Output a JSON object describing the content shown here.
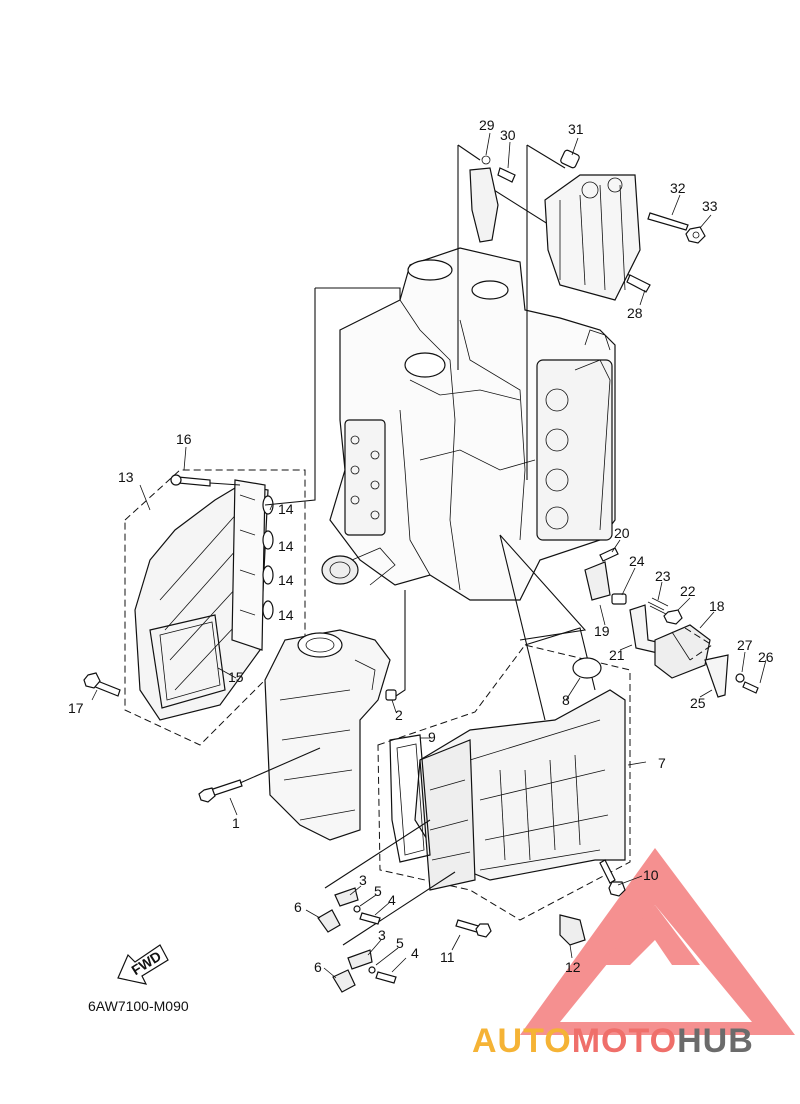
{
  "diagram": {
    "catalog_code": "6AW7100-M090",
    "fwd_label": "FWD",
    "part_labels": [
      "1",
      "2",
      "3",
      "3",
      "4",
      "4",
      "5",
      "5",
      "6",
      "6",
      "7",
      "8",
      "9",
      "10",
      "11",
      "12",
      "13",
      "14",
      "14",
      "14",
      "14",
      "15",
      "16",
      "17",
      "18",
      "19",
      "20",
      "21",
      "22",
      "23",
      "24",
      "25",
      "26",
      "27",
      "28",
      "29",
      "30",
      "31",
      "32",
      "33"
    ]
  },
  "watermark": {
    "part1": "AUTO",
    "part2": "MOTO",
    "part3": "HUB",
    "colors": {
      "triangle": "#f26b6b",
      "auto": "#f5b335",
      "moto": "#ef6f6a",
      "hub": "#6b6b6b"
    }
  }
}
